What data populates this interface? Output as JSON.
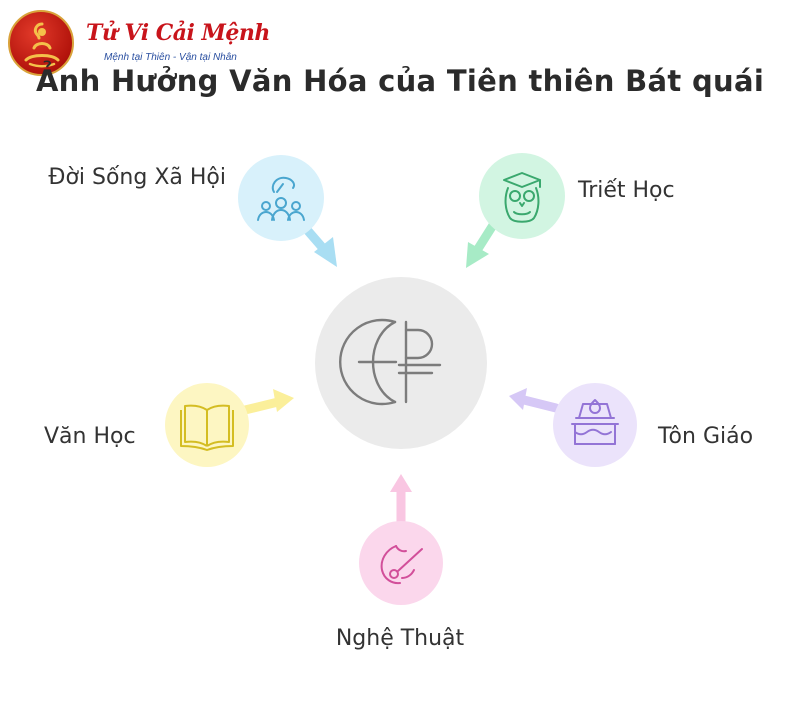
{
  "logo": {
    "name": "Tử Vi Cải Mệnh",
    "slogan": "Mệnh tại Thiên - Vận tại Nhân"
  },
  "title": "Ảnh Hưởng Văn Hóa của Tiên thiên Bát quái",
  "center": {
    "icon": "globe-currency-icon",
    "color": "#ebebeb"
  },
  "nodes": [
    {
      "id": "doi-song",
      "label": "Đời Sống Xã Hội",
      "icon": "people-group-icon",
      "color": "#d8f1fb",
      "stroke": "#3a9cc6"
    },
    {
      "id": "triet-hoc",
      "label": "Triết Học",
      "icon": "owl-graduation-icon",
      "color": "#d2f5e2",
      "stroke": "#35a86a"
    },
    {
      "id": "van-hoc",
      "label": "Văn Học",
      "icon": "open-book-icon",
      "color": "#fdf6c2",
      "stroke": "#d8c125"
    },
    {
      "id": "ton-giao",
      "label": "Tôn Giáo",
      "icon": "temple-icon",
      "color": "#ebe3fb",
      "stroke": "#9374d6"
    },
    {
      "id": "nghe-thuat",
      "label": "Nghệ Thuật",
      "icon": "paint-brush-icon",
      "color": "#fbd7ec",
      "stroke": "#d64f9c"
    }
  ]
}
